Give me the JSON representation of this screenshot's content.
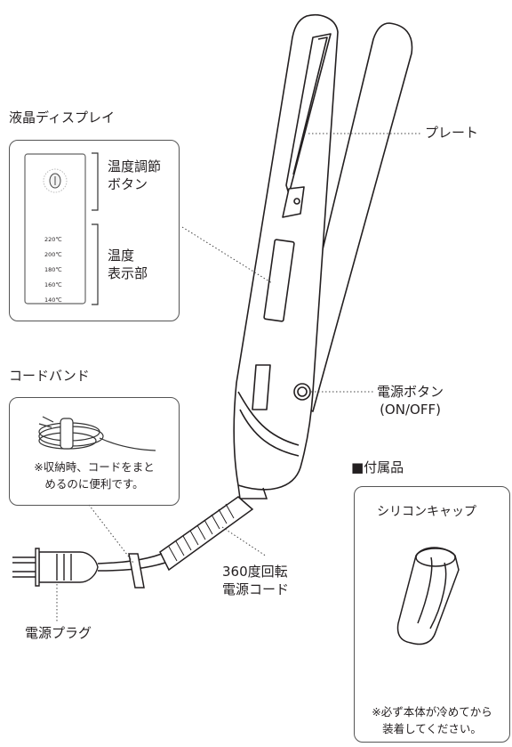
{
  "labels": {
    "lcd_display": "液晶ディスプレイ",
    "plate": "プレート",
    "temp_adjust": [
      "温度調節",
      "ボタン"
    ],
    "temp_display": [
      "温度",
      "表示部"
    ],
    "cord_band": "コードバンド",
    "cord_band_note": [
      "※収納時、コードをまと",
      "めるのに便利です。"
    ],
    "power_button": [
      "電源ボタン",
      "(ON/OFF)"
    ],
    "accessories": "■付属品",
    "silicone_cap": "シリコンキャップ",
    "cap_note": [
      "※必ず本体が冷めてから",
      "装着してください。"
    ],
    "rotating_cord": [
      "360度回転",
      "電源コード"
    ],
    "power_plug": "電源プラグ"
  },
  "temperature_scale": [
    "220℃",
    "200℃",
    "180℃",
    "160℃",
    "140℃"
  ]
}
